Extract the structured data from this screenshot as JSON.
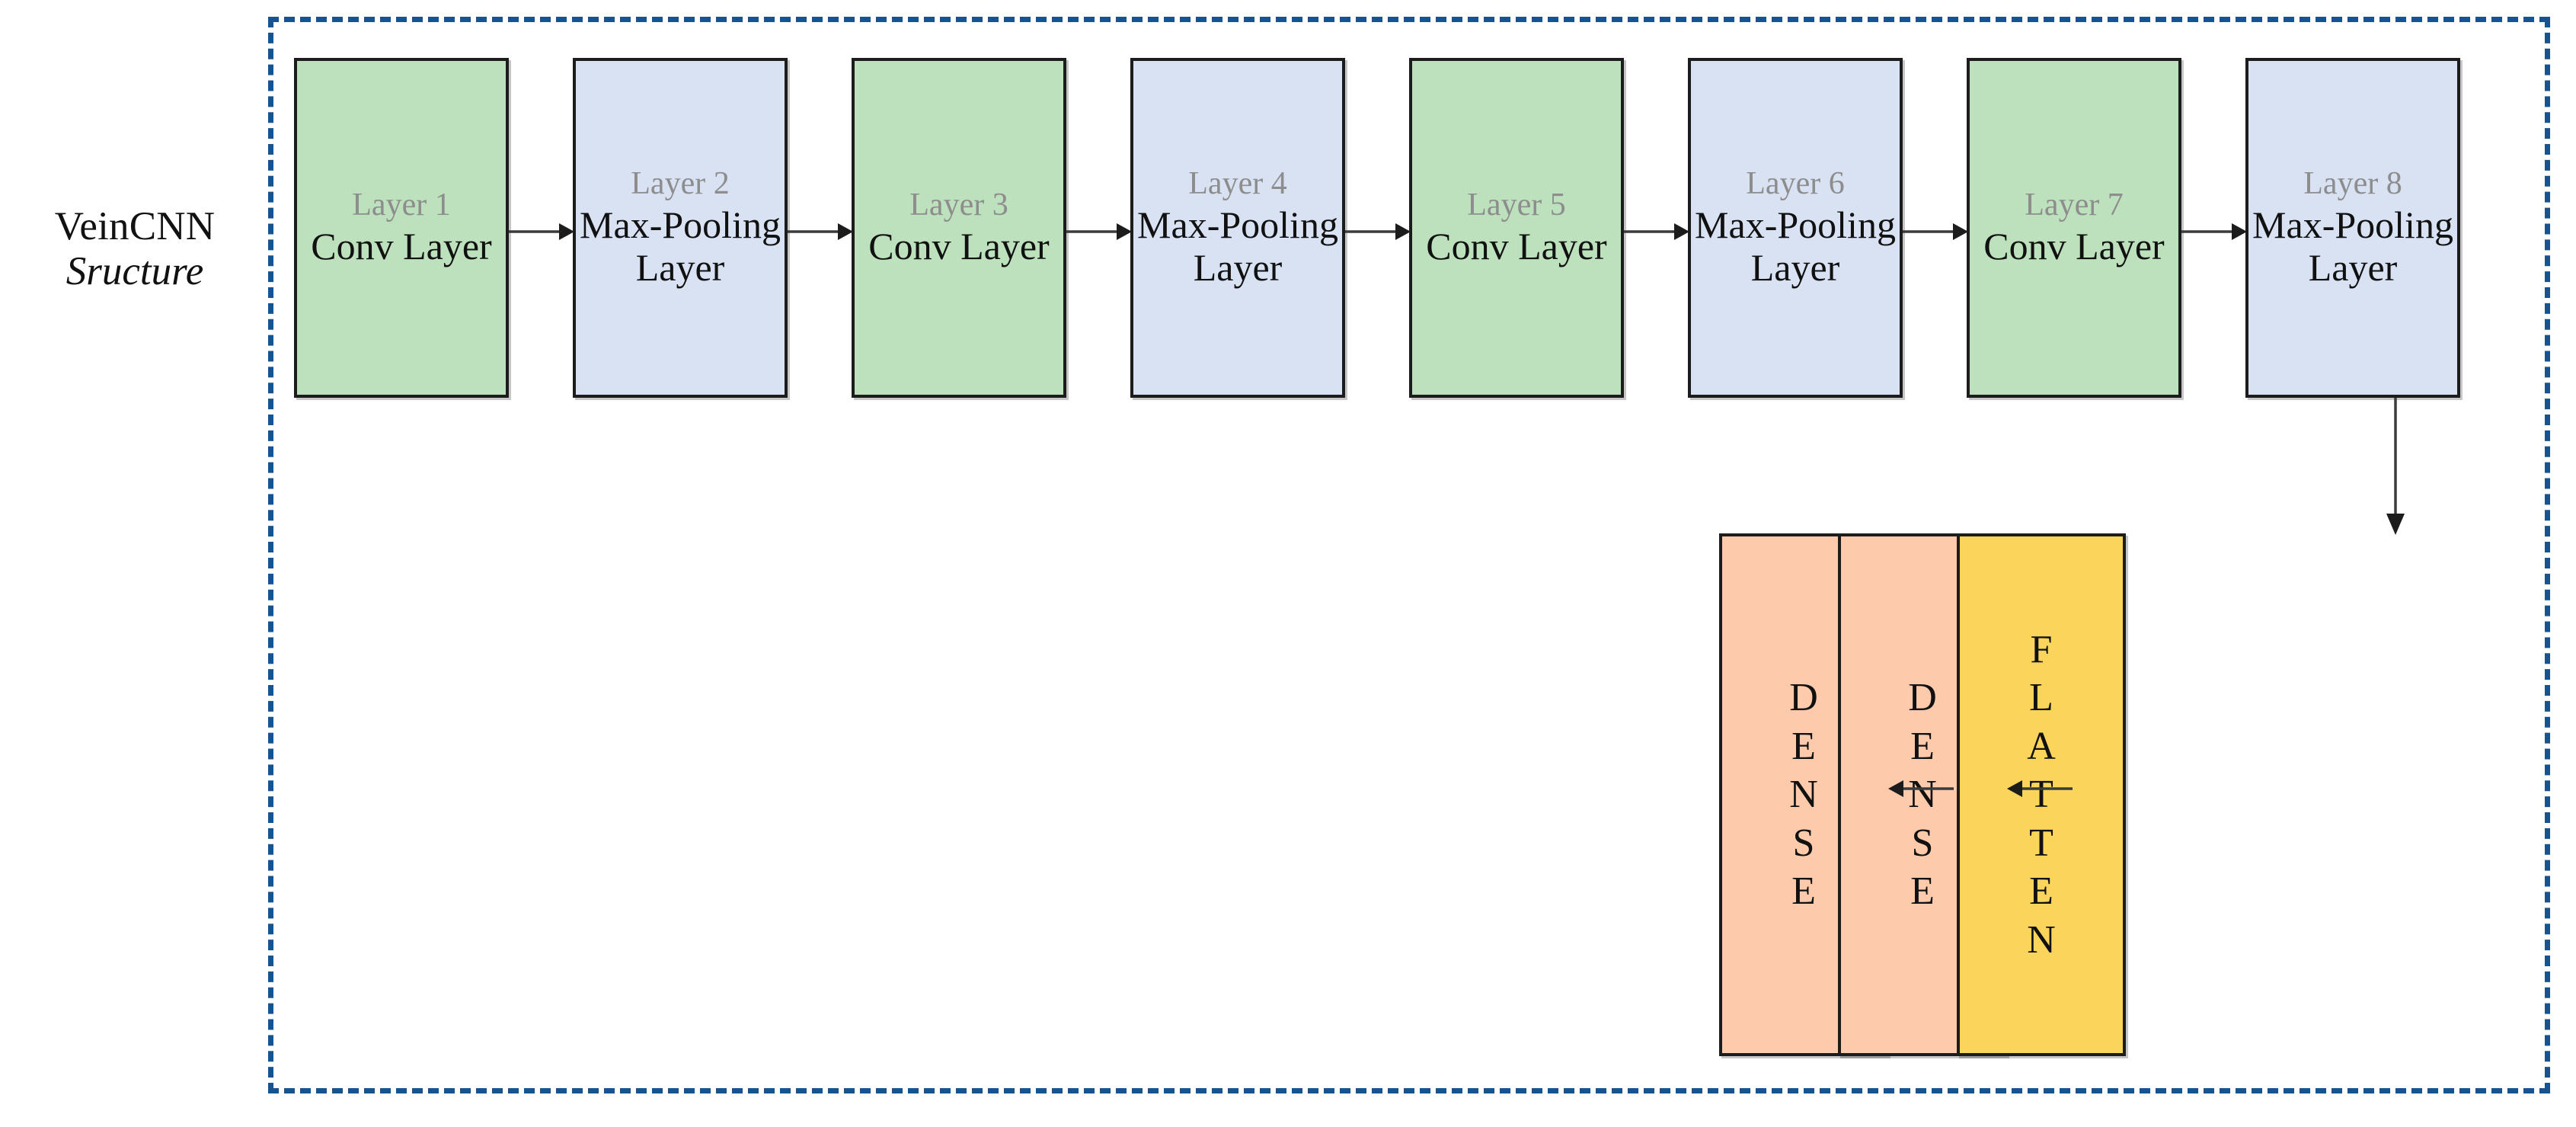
{
  "diagram": {
    "caption": {
      "line1": "VeinCNN",
      "line2": "Sructure"
    },
    "frame": {
      "border_color": "#17548f",
      "style": "dashed"
    },
    "palette": {
      "conv": "#bde0bd",
      "pooling": "#d9e2f3",
      "dense": "#fdcbab",
      "flatten": "#fbd45c",
      "border": "#1c1c1c",
      "layer_tag_text": "#8d8d8d",
      "frame_blue": "#17548f"
    },
    "top_row": [
      {
        "tag": "Layer 1",
        "title": "Conv Layer",
        "kind": "conv"
      },
      {
        "tag": "Layer 2",
        "title": "Max-Pooling Layer",
        "kind": "pooling"
      },
      {
        "tag": "Layer 3",
        "title": "Conv Layer",
        "kind": "conv"
      },
      {
        "tag": "Layer 4",
        "title": "Max-Pooling Layer",
        "kind": "pooling"
      },
      {
        "tag": "Layer 5",
        "title": "Conv Layer",
        "kind": "conv"
      },
      {
        "tag": "Layer 6",
        "title": "Max-Pooling Layer",
        "kind": "pooling"
      },
      {
        "tag": "Layer 7",
        "title": "Conv Layer",
        "kind": "conv"
      },
      {
        "tag": "Layer 8",
        "title": "Max-Pooling Layer",
        "kind": "pooling"
      }
    ],
    "bottom_row": [
      {
        "title": "DENSE",
        "kind": "dense"
      },
      {
        "title": "DENSE",
        "kind": "dense"
      },
      {
        "title": "FLATTEN",
        "kind": "flatten"
      }
    ],
    "flow": {
      "top_direction": "left-to-right",
      "bottom_direction": "right-to-left",
      "bridge": "Layer 8 down to FLATTEN"
    }
  }
}
